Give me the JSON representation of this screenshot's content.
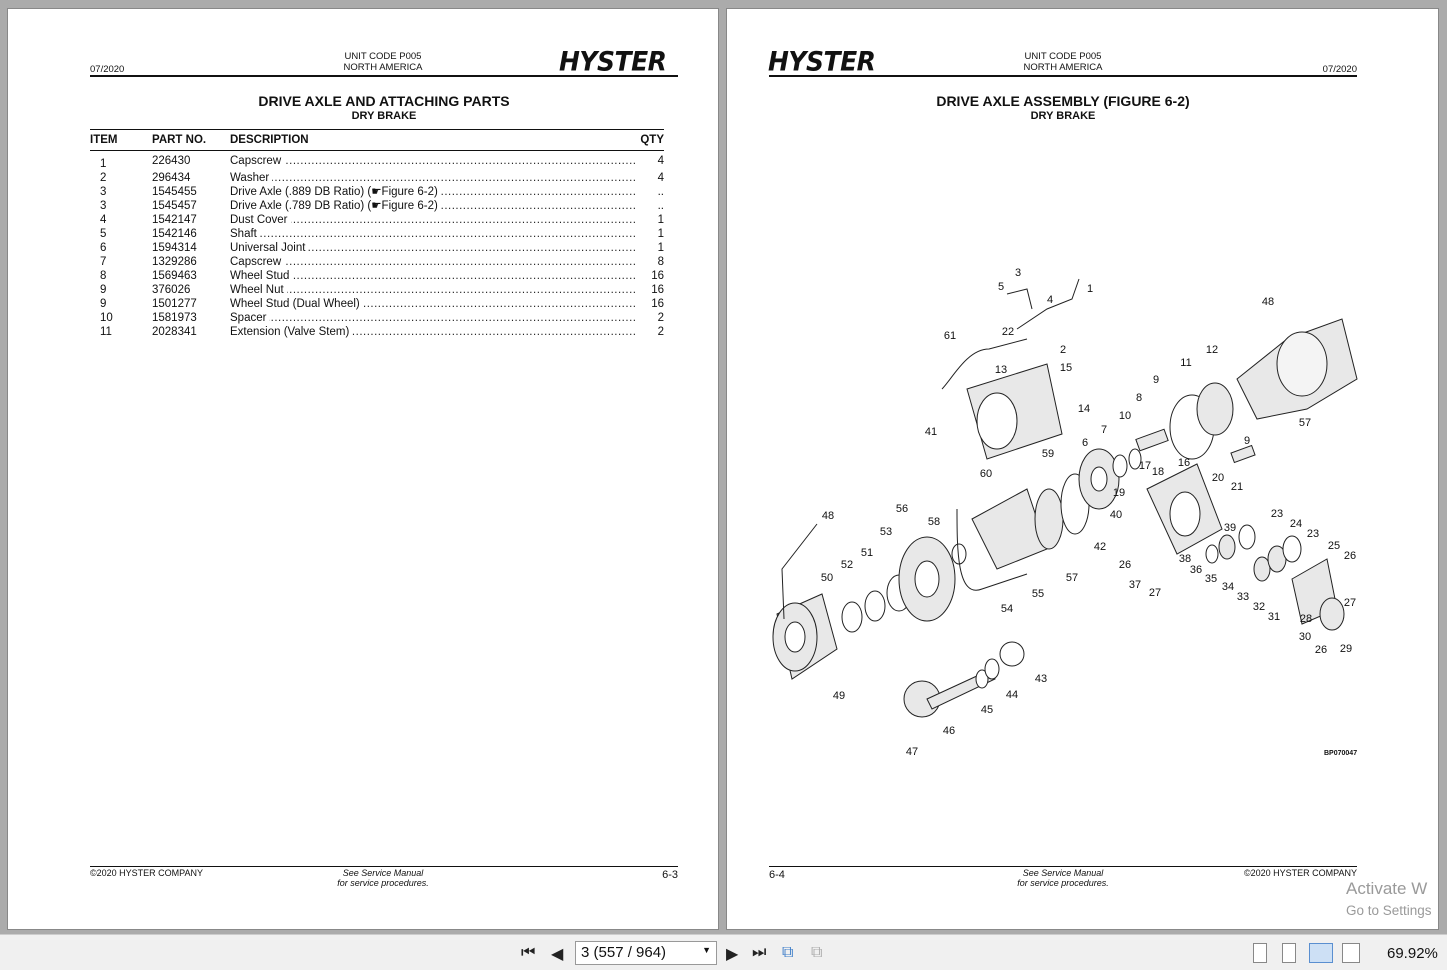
{
  "left_page": {
    "date": "07/2020",
    "unit_code": "UNIT CODE P005",
    "region": "NORTH AMERICA",
    "logo": "HYSTER",
    "title": "DRIVE AXLE AND ATTACHING PARTS",
    "subtitle": "DRY BRAKE",
    "columns": [
      "ITEM",
      "PART NO.",
      "DESCRIPTION",
      "QTY"
    ],
    "rows": [
      {
        "item": "1",
        "part": "226430",
        "desc": "Capscrew",
        "qty": "4"
      },
      {
        "item": "2",
        "part": "296434",
        "desc": "Washer",
        "qty": "4"
      },
      {
        "item": "3",
        "part": "1545455",
        "desc": "Drive Axle (.889 DB Ratio)  (☛Figure 6-2)",
        "qty": ".."
      },
      {
        "item": "3",
        "part": "1545457",
        "desc": "Drive Axle (.789 DB Ratio)  (☛Figure 6-2)",
        "qty": ".."
      },
      {
        "item": "4",
        "part": "1542147",
        "desc": "Dust Cover",
        "qty": "1"
      },
      {
        "item": "5",
        "part": "1542146",
        "desc": "Shaft",
        "qty": "1"
      },
      {
        "item": "6",
        "part": "1594314",
        "desc": "Universal Joint",
        "qty": "1"
      },
      {
        "item": "7",
        "part": "1329286",
        "desc": "Capscrew",
        "qty": "8"
      },
      {
        "item": "8",
        "part": "1569463",
        "desc": "Wheel Stud",
        "qty": "16"
      },
      {
        "item": "9",
        "part": "376026",
        "desc": "Wheel Nut",
        "qty": "16"
      },
      {
        "item": "9",
        "part": "1501277",
        "desc": "Wheel Stud (Dual Wheel)",
        "qty": "16"
      },
      {
        "item": "10",
        "part": "1581973",
        "desc": "Spacer",
        "qty": "2"
      },
      {
        "item": "11",
        "part": "2028341",
        "desc": "Extension (Valve Stem)",
        "qty": "2"
      }
    ],
    "footer_copyright": "©2020 HYSTER COMPANY",
    "footer_note1": "See Service Manual",
    "footer_note2": "for service procedures.",
    "page_number": "6-3"
  },
  "right_page": {
    "date": "07/2020",
    "unit_code": "UNIT CODE P005",
    "region": "NORTH AMERICA",
    "logo": "HYSTER",
    "title": "DRIVE AXLE ASSEMBLY (FIGURE 6-2)",
    "subtitle": "DRY BRAKE",
    "figure_code": "BP070047",
    "callouts": [
      "3",
      "5",
      "4",
      "1",
      "22",
      "2",
      "61",
      "13",
      "15",
      "48",
      "12",
      "11",
      "9",
      "8",
      "10",
      "14",
      "41",
      "7",
      "6",
      "9",
      "57",
      "60",
      "59",
      "17",
      "18",
      "16",
      "20",
      "21",
      "19",
      "40",
      "39",
      "23",
      "24",
      "23",
      "25",
      "26",
      "48",
      "56",
      "53",
      "58",
      "42",
      "57",
      "51",
      "52",
      "50",
      "26",
      "38",
      "36",
      "35",
      "34",
      "33",
      "32",
      "31",
      "37",
      "27",
      "27",
      "28",
      "30",
      "26",
      "29",
      "55",
      "54",
      "43",
      "44",
      "45",
      "49",
      "46",
      "47"
    ],
    "footer_copyright": "©2020 HYSTER COMPANY",
    "footer_note1": "See Service Manual",
    "footer_note2": "for service procedures.",
    "page_number": "6-4"
  },
  "toolbar": {
    "page_value": "3 (557 / 964)",
    "zoom": "69.92%",
    "icons": [
      "first-page-icon",
      "prev-page-icon",
      "next-page-icon",
      "last-page-icon",
      "prev-view-icon",
      "next-view-icon",
      "single-page-icon",
      "continuous-icon",
      "facing-icon",
      "continuous-facing-icon"
    ]
  },
  "watermark": {
    "line1": "Activate W",
    "line2": "Go to Settings"
  }
}
